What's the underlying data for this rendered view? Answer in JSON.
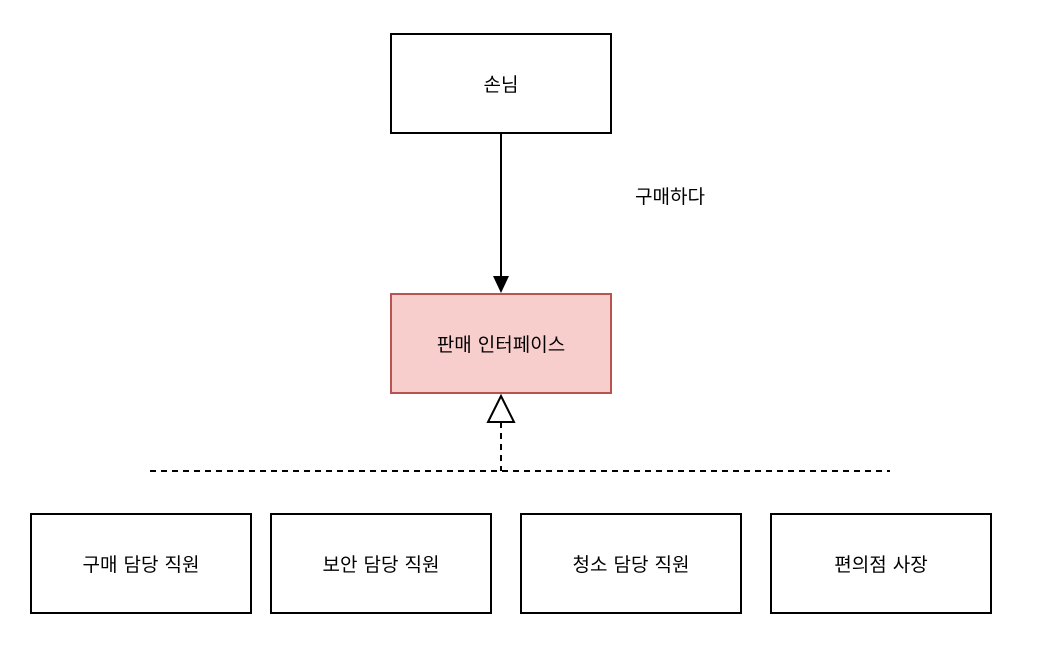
{
  "colors": {
    "interface_fill": "#f8cecc",
    "interface_border": "#b85450",
    "line": "#000000"
  },
  "nodes": {
    "customer": "손님",
    "interface": "판매 인터페이스",
    "implementations": [
      "구매 담당 직원",
      "보안 담당 직원",
      "청소 담당 직원",
      "편의점 사장"
    ]
  },
  "edges": {
    "association_label": "구매하다"
  }
}
